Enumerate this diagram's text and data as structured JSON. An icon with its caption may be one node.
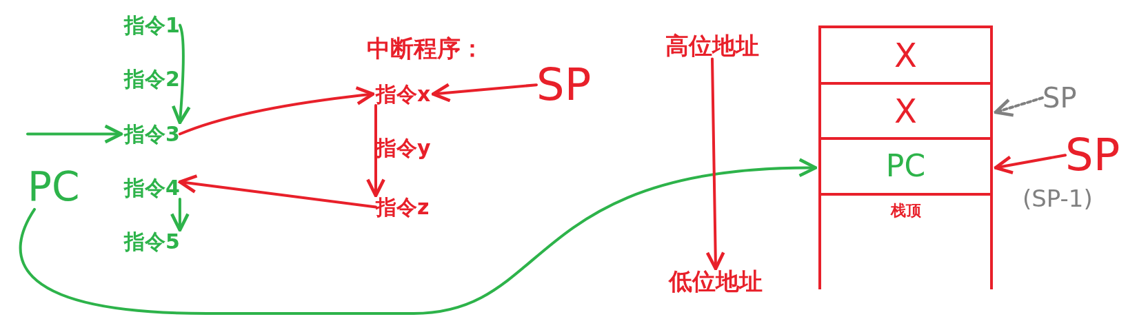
{
  "diagram": {
    "nodes": [
      {
        "text": [
          "指令1"
        ]
      },
      {
        "text": [
          "指令2"
        ]
      },
      {
        "text": [
          "指令3"
        ]
      },
      {
        "text": [
          "指令4"
        ]
      },
      {
        "text": [
          "指令5"
        ]
      },
      {
        "text": [
          "指令x"
        ]
      },
      {
        "text": [
          "指令y"
        ]
      },
      {
        "text": [
          "指令z"
        ]
      },
      {
        "text": [
          "SP"
        ]
      },
      {
        "text": [
          "PC"
        ]
      },
      {
        "text": [
          "高位地址"
        ]
      },
      {
        "text": [
          "低位地址"
        ]
      },
      {
        "text": [
          "X"
        ]
      },
      {
        "text": [
          "X"
        ]
      },
      {
        "text": [
          "PC"
        ]
      },
      {
        "text": [
          "栈顶"
        ]
      },
      {
        "text": [
          "SP"
        ]
      },
      {
        "text": [
          "SP"
        ],
        "beside": [
          "(SP-1)"
        ]
      }
    ],
    "edges": [
      {
        "from": 0,
        "to": 2,
        "arrow": "to",
        "color": "#2db34a"
      },
      {
        "from": null,
        "to": 2,
        "arrow": "to",
        "color": "#2db34a"
      },
      {
        "from": 2,
        "to": 5,
        "arrow": "to"
      },
      {
        "from": 5,
        "to": 7,
        "arrow": "to"
      },
      {
        "from": 7,
        "to": 3,
        "arrow": "to"
      },
      {
        "from": 3,
        "to": 4,
        "arrow": "to",
        "color": "#2db34a"
      },
      {
        "from": 8,
        "to": 5,
        "arrow": "to"
      },
      {
        "from": 9,
        "to": 14,
        "arrow": "to",
        "color": "#2db34a"
      },
      {
        "from": 10,
        "to": 11,
        "arrow": "to"
      },
      {
        "from": 16,
        "to": 13,
        "arrow": "to",
        "style": "dashed",
        "color": "#808080"
      },
      {
        "from": 17,
        "to": 14,
        "arrow": "to"
      }
    ],
    "labels": [
      "中断程序："
    ]
  }
}
